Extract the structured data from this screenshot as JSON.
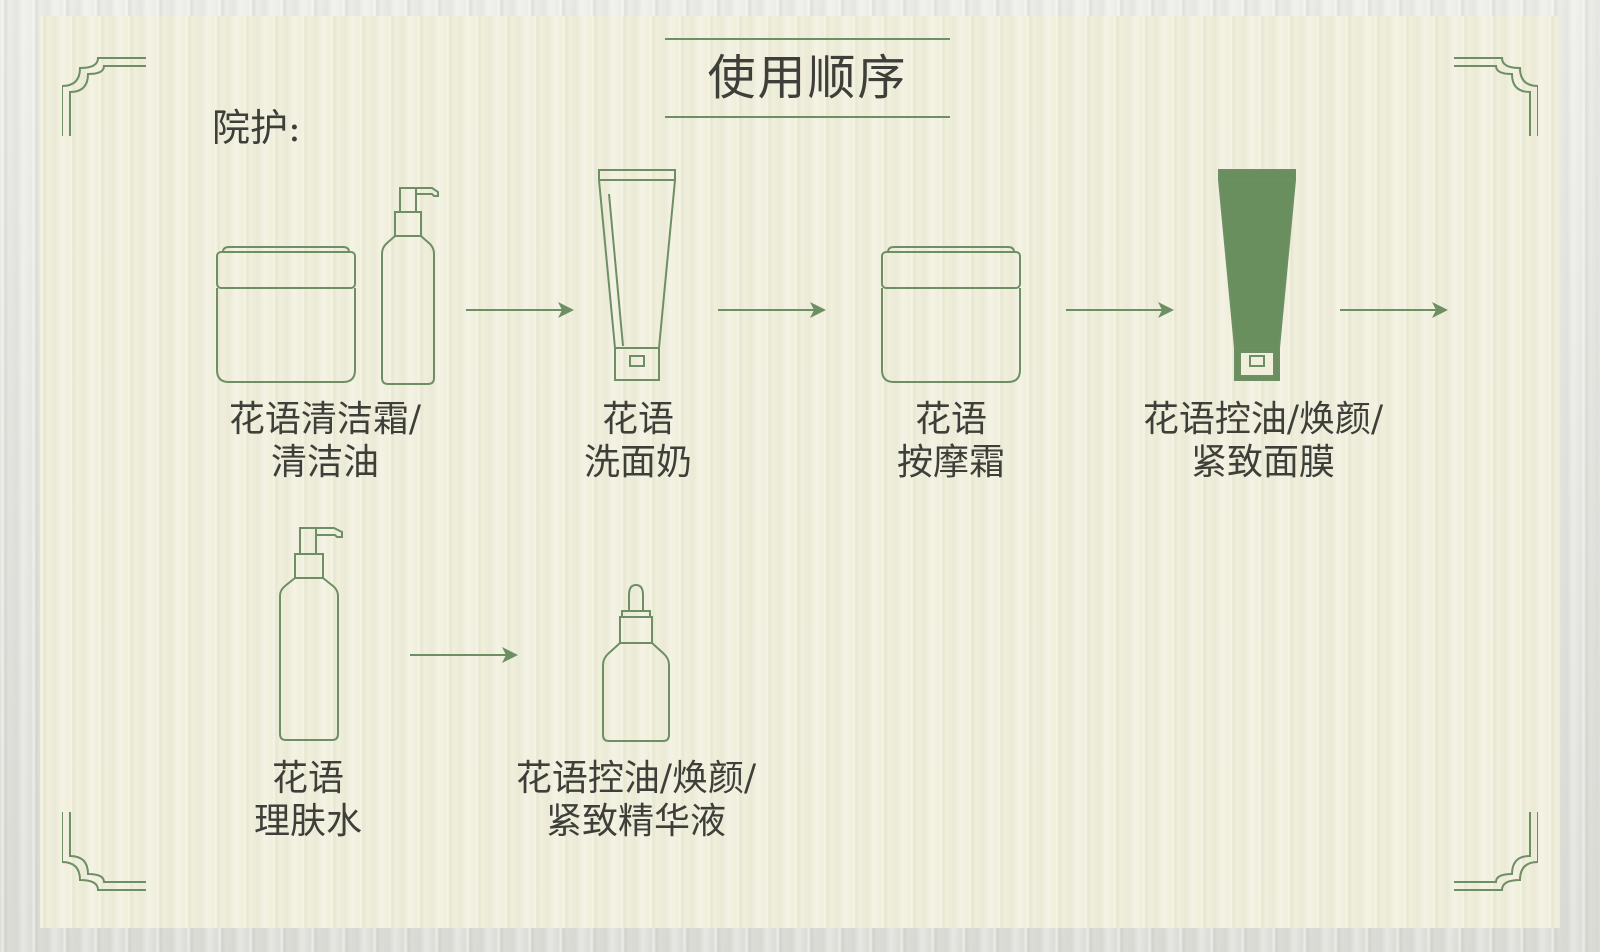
{
  "title": "使用顺序",
  "section_label": "院护:",
  "colors": {
    "accent_green": "#6e8f64",
    "filled_tube": "#6a8f5f",
    "text": "#3f3f3a",
    "panel_bg": "#f0efdc"
  },
  "steps": [
    {
      "line1": "花语清洁霜/",
      "line2": "清洁油",
      "icons": [
        "jar-icon",
        "pump-bottle-icon"
      ]
    },
    {
      "line1": "花语",
      "line2": "洗面奶",
      "icons": [
        "tube-icon"
      ]
    },
    {
      "line1": "花语",
      "line2": "按摩霜",
      "icons": [
        "jar-icon"
      ]
    },
    {
      "line1": "花语控油/焕颜/",
      "line2": "紧致面膜",
      "icons": [
        "filled-tube-icon"
      ]
    },
    {
      "line1": "花语",
      "line2": "理肤水",
      "icons": [
        "pump-bottle-icon"
      ]
    },
    {
      "line1": "花语控油/焕颜/",
      "line2": "紧致精华液",
      "icons": [
        "dropper-bottle-icon"
      ]
    }
  ]
}
